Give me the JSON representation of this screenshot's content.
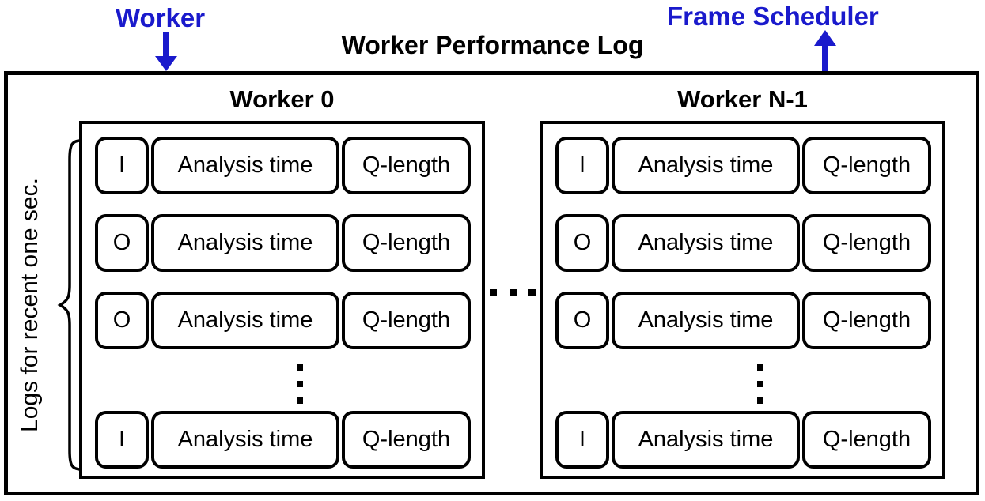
{
  "title": "Worker Performance Log",
  "annotations": {
    "worker_pointer": "Worker",
    "scheduler_pointer": "Frame Scheduler",
    "side_label": "Logs for recent one sec."
  },
  "row_fields": {
    "analysis": "Analysis time",
    "queue": "Q-length"
  },
  "workers": [
    {
      "name": "Worker 0",
      "io_sequence": [
        "I",
        "O",
        "O",
        "I"
      ]
    },
    {
      "name": "Worker N-1",
      "io_sequence": [
        "I",
        "O",
        "O",
        "I"
      ]
    }
  ],
  "vertical_ellipsis_after": 3,
  "icons": {
    "down_arrow": "worker-arrow-down",
    "up_arrow": "scheduler-arrow-up",
    "brace": "left-curly-brace",
    "horizontal_ellipsis": "dots-between-workers",
    "vertical_ellipsis": "dots-between-rows"
  },
  "colors": {
    "accent_blue": "#1a1acc",
    "stroke": "#000000",
    "background": "#ffffff"
  }
}
